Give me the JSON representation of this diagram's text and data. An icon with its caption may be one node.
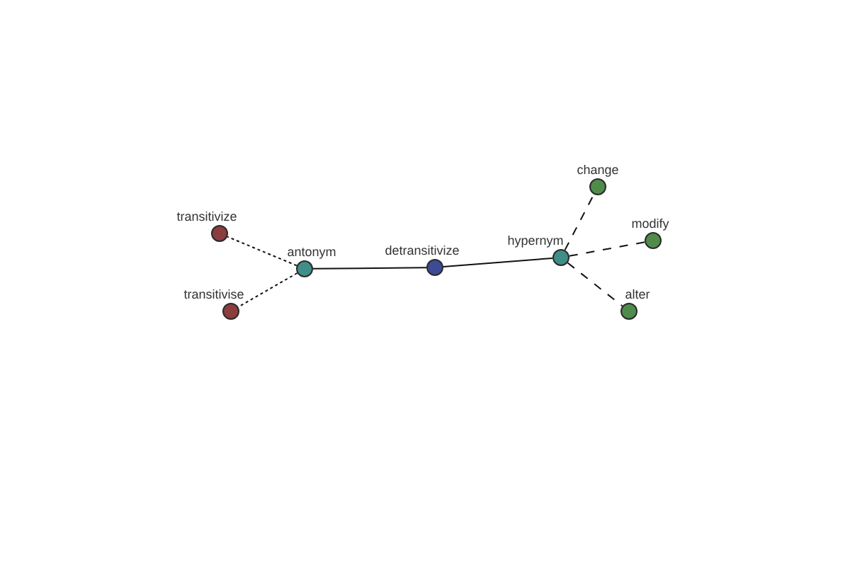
{
  "diagram": {
    "nodes": [
      {
        "text": [],
        "shape": "circle",
        "beside": [
          "transitivize"
        ]
      },
      {
        "text": [],
        "shape": "circle",
        "beside": [
          "transitivise"
        ]
      },
      {
        "text": [],
        "shape": "circle",
        "beside": [
          "antonym"
        ]
      },
      {
        "text": [],
        "shape": "circle",
        "beside": [
          "detransitivize"
        ]
      },
      {
        "text": [],
        "shape": "circle",
        "beside": [
          "hypernym"
        ]
      },
      {
        "text": [],
        "shape": "circle",
        "beside": [
          "change"
        ]
      },
      {
        "text": [],
        "shape": "circle",
        "beside": [
          "modify"
        ]
      },
      {
        "text": [],
        "shape": "circle",
        "beside": [
          "alter"
        ]
      }
    ],
    "edges": [
      {
        "from": 2,
        "to": 0,
        "arrow": "none",
        "style": "dashed"
      },
      {
        "from": 2,
        "to": 1,
        "arrow": "none",
        "style": "dashed"
      },
      {
        "from": 2,
        "to": 3,
        "arrow": "none"
      },
      {
        "from": 3,
        "to": 4,
        "arrow": "none"
      },
      {
        "from": 4,
        "to": 5,
        "arrow": "none",
        "style": "dashed"
      },
      {
        "from": 4,
        "to": 6,
        "arrow": "none",
        "style": "dashed"
      },
      {
        "from": 4,
        "to": 7,
        "arrow": "none",
        "style": "dashed"
      }
    ]
  }
}
